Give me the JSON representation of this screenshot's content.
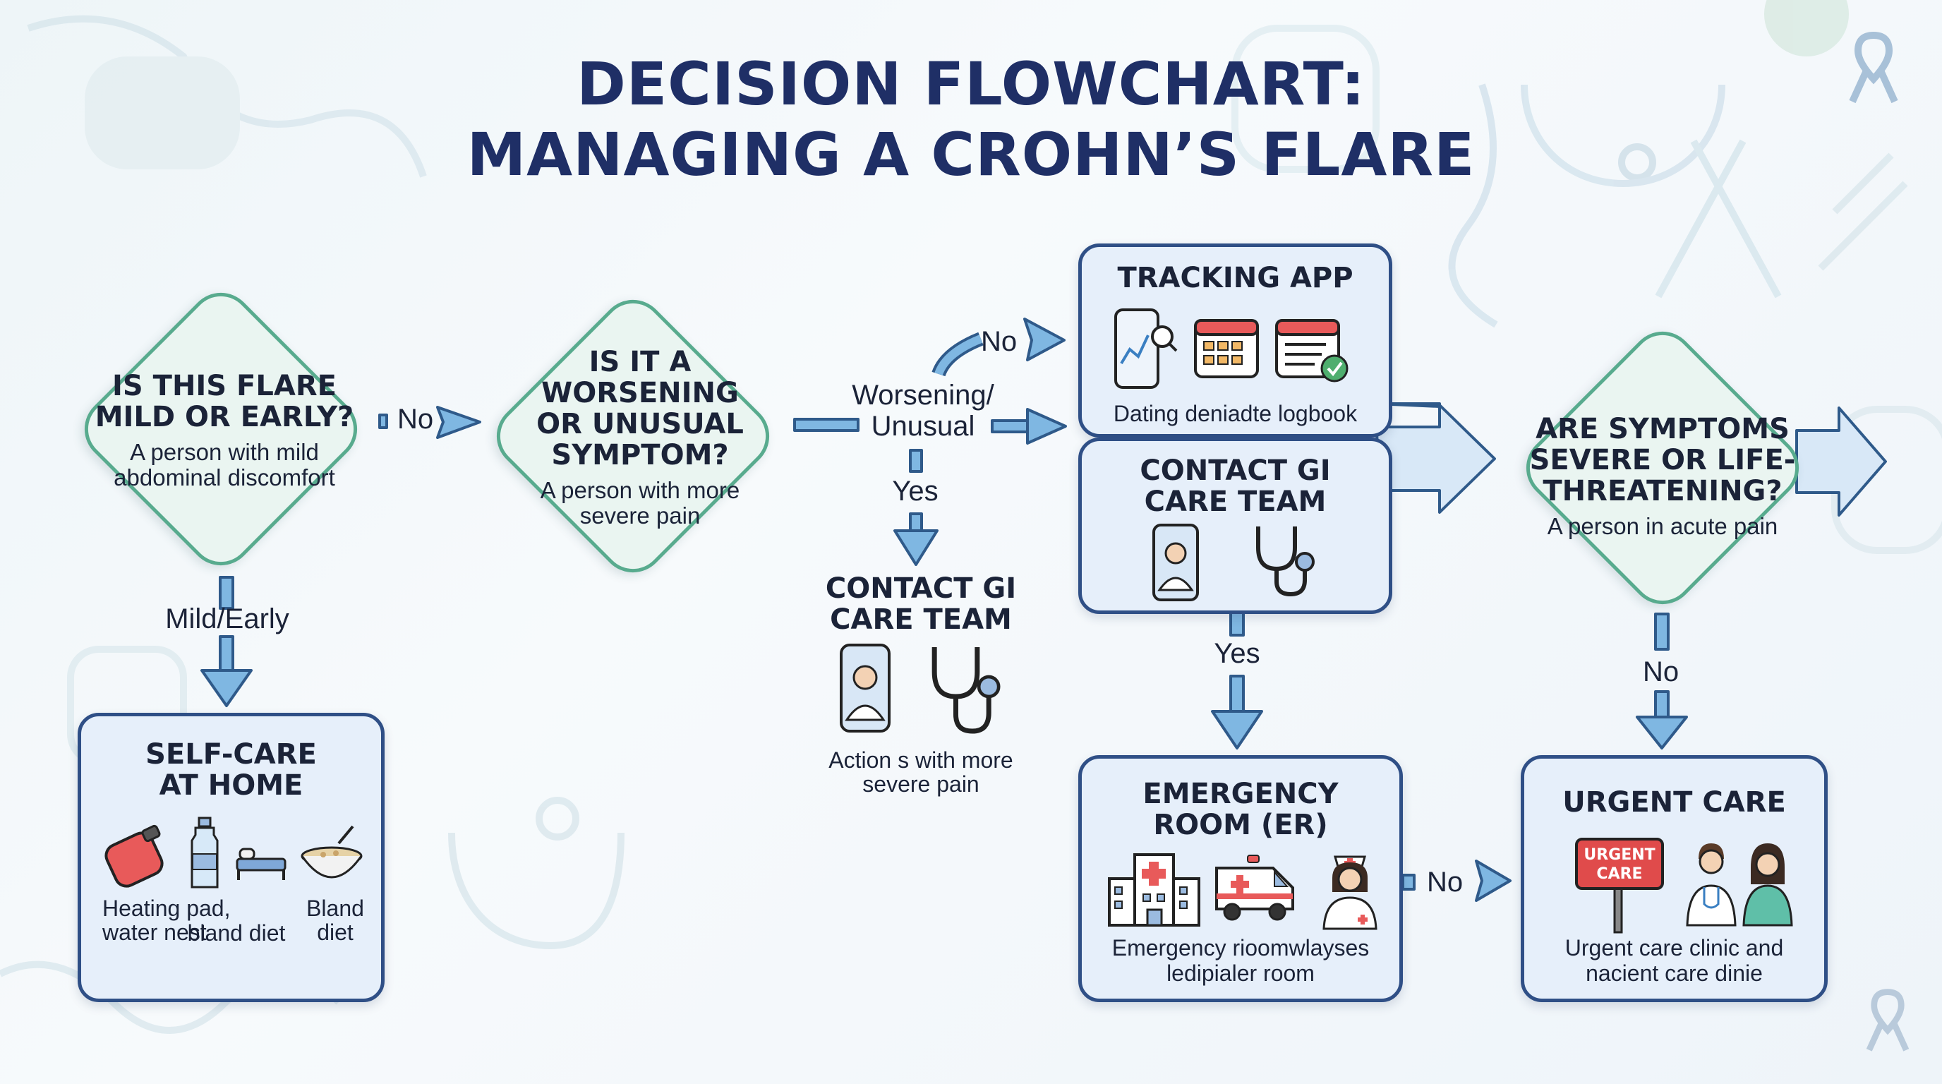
{
  "title": {
    "line1": "DECISION FLOWCHART:",
    "line2": "MANAGING A CROHN’S FLARE"
  },
  "colors": {
    "diamond_fill": "#eaf5f1",
    "diamond_border": "#58ab8e",
    "box_fill": "#e6effa",
    "box_border": "#2f4f86",
    "arrow": "#7fb7e2",
    "title": "#1f2f66"
  },
  "decisions": [
    {
      "question": "IS THIS FLARE\nMILD OR EARLY?",
      "detail": "A person with mild\nabdominal discomfort"
    },
    {
      "question": "IS IT A WORSENING\nOR UNUSUAL\nSYMPTOM?",
      "detail": "A person with more\nsevere pain"
    },
    {
      "question": "ARE SYMPTOMS\nSEVERE OR LIFE-\nTHREATENING?",
      "detail": "A person in acute pain"
    }
  ],
  "boxes": {
    "self_care": {
      "title": "SELF-CARE\nAT HOME",
      "captions": [
        "Heating pad, water\nnest",
        "bland diet",
        "Bland\ndiet"
      ]
    },
    "tracking_app": {
      "title": "TRACKING APP",
      "caption": "Dating deniadte logbook"
    },
    "contact_gi_box": {
      "title": "CONTACT GI\nCARE TEAM"
    },
    "contact_gi_free": {
      "title": "CONTACT GI\nCARE TEAM",
      "caption": "Action s with more\nsevere pain"
    },
    "emergency": {
      "title": "EMERGENCY\nROOM (ER)",
      "caption": "Emergency rioomwlayses\nledipialer room"
    },
    "urgent": {
      "title": "URGENT CARE",
      "sign": [
        "URGENT",
        "CARE"
      ],
      "caption": "Urgent care clinic and\nnacient care dinie"
    }
  },
  "edge_labels": {
    "no1": "No",
    "mild_early": "Mild/Early",
    "no_top": "No",
    "worsening": "Worsening/\nUnusual",
    "yes_left": "Yes",
    "yes_mid": "Yes",
    "no_right": "No",
    "no_bottom": "No"
  },
  "icons": [
    "heating-pad-icon",
    "water-bottle-icon",
    "bed-icon",
    "bowl-icon",
    "phone-chart-icon",
    "calendar-icon",
    "logbook-icon",
    "doctor-phone-icon",
    "stethoscope-icon",
    "hospital-icon",
    "ambulance-icon",
    "nurse-icon",
    "urgent-sign-icon",
    "doctor-icon",
    "patient-icon",
    "ribbon-icon"
  ]
}
